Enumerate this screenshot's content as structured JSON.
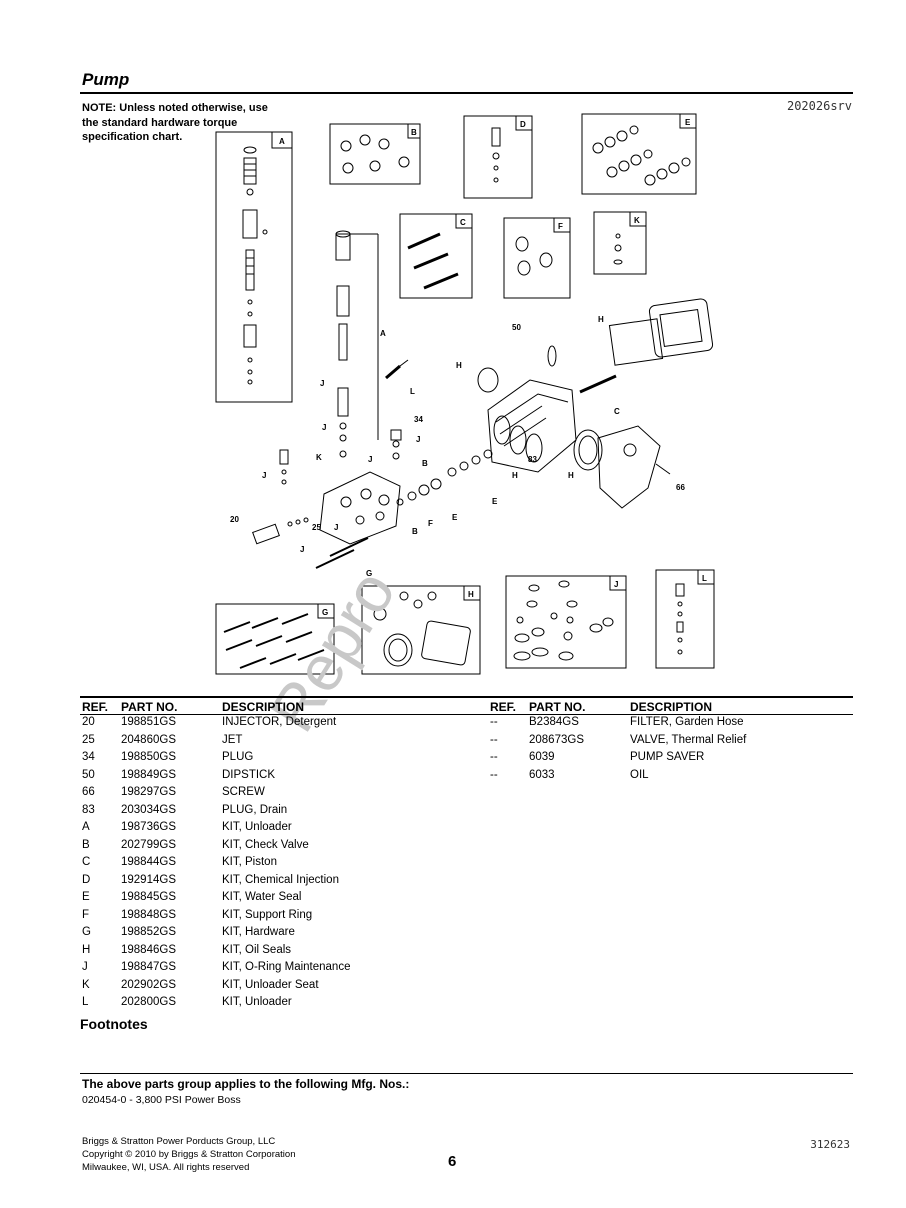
{
  "page": {
    "title": "Pump",
    "note": "NOTE: Unless noted otherwise, use the standard hardware torque specification chart.",
    "diagram_id": "202026srv",
    "watermark": "Repro"
  },
  "diagram": {
    "kit_boxes": [
      "A",
      "B",
      "C",
      "D",
      "E",
      "F",
      "G",
      "H",
      "J",
      "K",
      "L"
    ],
    "callouts": [
      "50",
      "H",
      "A",
      "J",
      "L",
      "C",
      "34",
      "K",
      "J",
      "B",
      "83",
      "H",
      "E",
      "66",
      "20",
      "25",
      "J",
      "B",
      "F",
      "E",
      "G",
      "J",
      "H",
      "E"
    ]
  },
  "table": {
    "headers": {
      "ref": "REF.",
      "part": "PART NO.",
      "desc": "DESCRIPTION"
    },
    "left_rows": [
      {
        "ref": "20",
        "part": "198851GS",
        "desc": "INJECTOR, Detergent"
      },
      {
        "ref": "25",
        "part": "204860GS",
        "desc": "JET"
      },
      {
        "ref": "34",
        "part": "198850GS",
        "desc": "PLUG"
      },
      {
        "ref": "50",
        "part": "198849GS",
        "desc": "DIPSTICK"
      },
      {
        "ref": "66",
        "part": "198297GS",
        "desc": "SCREW"
      },
      {
        "ref": "83",
        "part": "203034GS",
        "desc": "PLUG, Drain"
      },
      {
        "ref": "A",
        "part": "198736GS",
        "desc": "KIT, Unloader"
      },
      {
        "ref": "B",
        "part": "202799GS",
        "desc": "KIT, Check Valve"
      },
      {
        "ref": "C",
        "part": "198844GS",
        "desc": "KIT, Piston"
      },
      {
        "ref": "D",
        "part": "192914GS",
        "desc": "KIT, Chemical Injection"
      },
      {
        "ref": "E",
        "part": "198845GS",
        "desc": "KIT, Water Seal"
      },
      {
        "ref": "F",
        "part": "198848GS",
        "desc": "KIT, Support Ring"
      },
      {
        "ref": "G",
        "part": "198852GS",
        "desc": "KIT, Hardware"
      },
      {
        "ref": "H",
        "part": "198846GS",
        "desc": "KIT, Oil Seals"
      },
      {
        "ref": "J",
        "part": "198847GS",
        "desc": "KIT, O-Ring Maintenance"
      },
      {
        "ref": "K",
        "part": "202902GS",
        "desc": "KIT, Unloader Seat"
      },
      {
        "ref": "L",
        "part": "202800GS",
        "desc": "KIT, Unloader"
      }
    ],
    "right_rows": [
      {
        "ref": "--",
        "part": "B2384GS",
        "desc": "FILTER, Garden Hose"
      },
      {
        "ref": "--",
        "part": "208673GS",
        "desc": "VALVE, Thermal Relief"
      },
      {
        "ref": "--",
        "part": "6039",
        "desc": "PUMP SAVER"
      },
      {
        "ref": "--",
        "part": "6033",
        "desc": "OIL"
      }
    ]
  },
  "footnotes": {
    "heading": "Footnotes"
  },
  "mfg": {
    "heading": "The above parts group applies to the following Mfg. Nos.:",
    "item": "020454-0 - 3,800 PSI Power Boss"
  },
  "footer": {
    "company": "Briggs & Stratton Power Porducts Group, LLC",
    "copyright": "Copyright © 2010 by Briggs & Stratton Corporation",
    "address": "Milwaukee, WI, USA. All rights reserved",
    "page_number": "6",
    "doc_number": "312623"
  }
}
